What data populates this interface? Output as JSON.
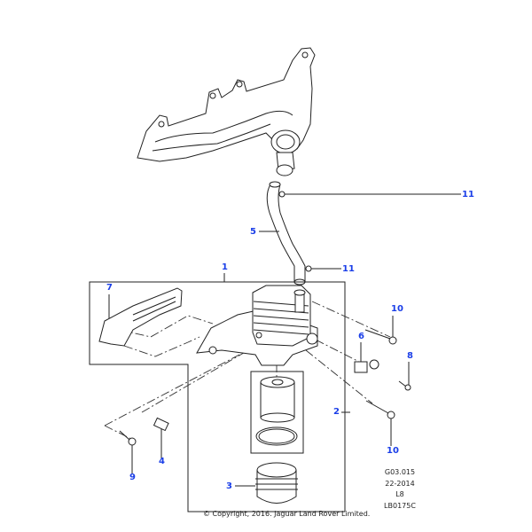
{
  "callouts": {
    "c11a": "11",
    "c11b": "11",
    "c5": "5",
    "c1": "1",
    "c7": "7",
    "c10a": "10",
    "c6": "6",
    "c8": "8",
    "c2": "2",
    "c4": "4",
    "c9": "9",
    "c3": "3",
    "c10b": "10"
  },
  "info": {
    "code": "G03.015",
    "date": "22-2014",
    "model": "L8",
    "ref": "LB0175C"
  },
  "copyright": "© Copyright, 2016. Jaguar Land Rover Limited.",
  "colors": {
    "callout": "#1a3ee8",
    "line": "#222222"
  }
}
